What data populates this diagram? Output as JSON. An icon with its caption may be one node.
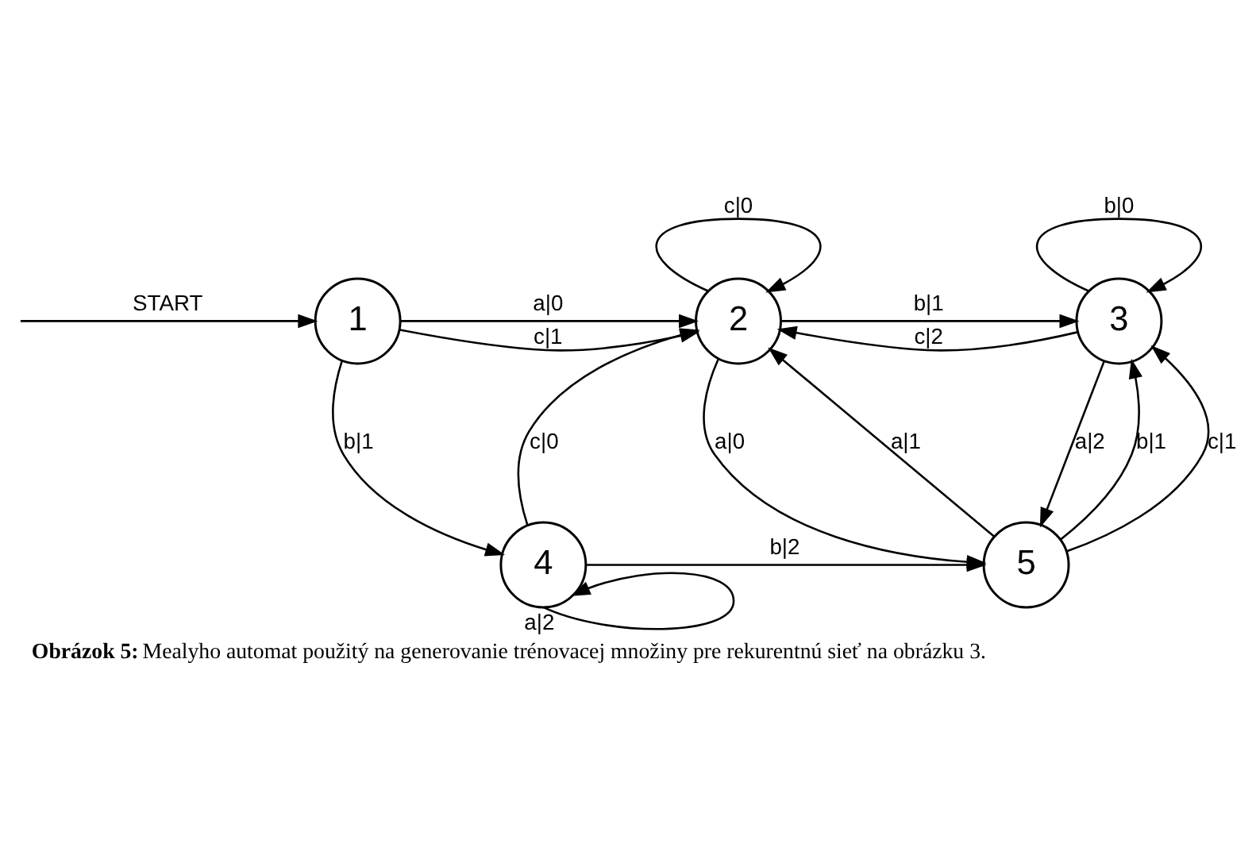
{
  "diagram": {
    "caption": "**Obrázok 5:** Mealyho automat použitý na generovanie trénovacej množiny pre rekurentnú sieť na obrázku 3.",
    "nodes": [
      {
        "text": [
          "1"
        ]
      },
      {
        "text": [
          "2"
        ]
      },
      {
        "text": [
          "3"
        ]
      },
      {
        "text": [
          "4"
        ]
      },
      {
        "text": [
          "5"
        ]
      }
    ],
    "edges": [
      {
        "from": null,
        "to": 0,
        "arrow": "to",
        "label": "START"
      },
      {
        "from": 0,
        "to": 1,
        "arrow": "to",
        "label": "a|0"
      },
      {
        "from": 0,
        "to": 1,
        "arrow": "to",
        "label": "c|1"
      },
      {
        "from": 1,
        "to": 1,
        "arrow": "to",
        "label": "c|0"
      },
      {
        "from": 1,
        "to": 2,
        "arrow": "to",
        "label": "b|1"
      },
      {
        "from": 2,
        "to": 1,
        "arrow": "to",
        "label": "c|2"
      },
      {
        "from": 2,
        "to": 2,
        "arrow": "to",
        "label": "b|0"
      },
      {
        "from": 0,
        "to": 3,
        "arrow": "to",
        "label": "b|1"
      },
      {
        "from": 3,
        "to": 1,
        "arrow": "to",
        "label": "c|0"
      },
      {
        "from": 1,
        "to": 4,
        "arrow": "to",
        "label": "a|0"
      },
      {
        "from": 4,
        "to": 1,
        "arrow": "to",
        "label": "a|1"
      },
      {
        "from": 4,
        "to": 2,
        "arrow": "to",
        "label": "b|1"
      },
      {
        "from": 4,
        "to": 2,
        "arrow": "to",
        "label": "c|1"
      },
      {
        "from": 2,
        "to": 4,
        "arrow": "to",
        "label": "a|2"
      },
      {
        "from": 3,
        "to": 4,
        "arrow": "to",
        "label": "b|2"
      },
      {
        "from": 3,
        "to": 3,
        "arrow": "to",
        "label": "a|2"
      }
    ]
  }
}
